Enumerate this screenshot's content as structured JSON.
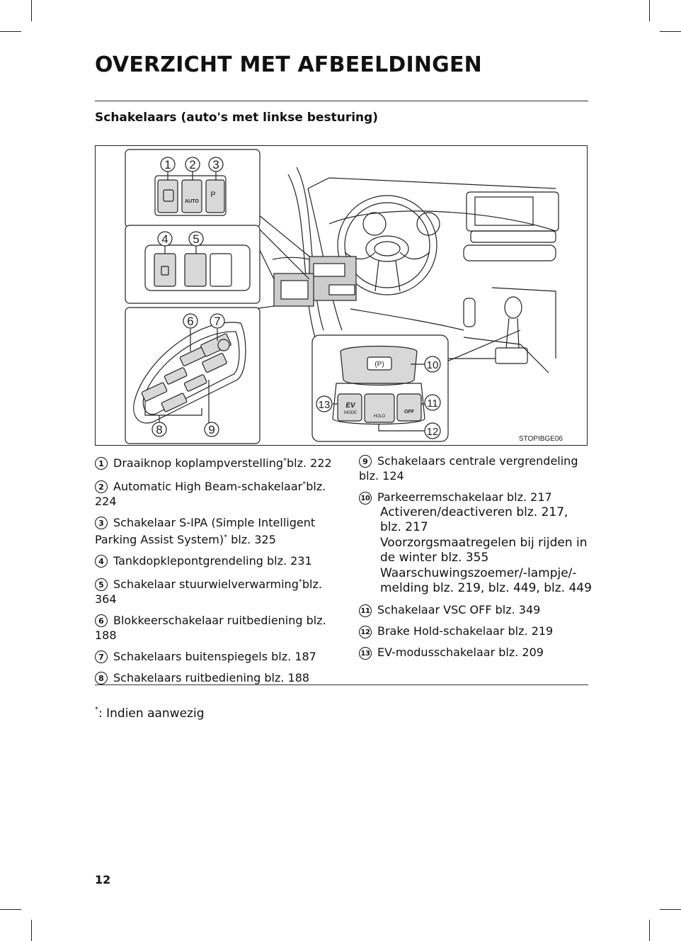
{
  "page": {
    "title": "OVERZICHT MET AFBEELDINGEN",
    "section_title": "Schakelaars (auto's met linkse besturing)",
    "page_number": "12"
  },
  "figure": {
    "code": "STOPIBGE06",
    "callouts": [
      "1",
      "2",
      "3",
      "4",
      "5",
      "6",
      "7",
      "8",
      "9",
      "10",
      "11",
      "12",
      "13"
    ],
    "button_labels": {
      "auto": "AUTO",
      "ev": "EV",
      "mode": "MODE",
      "hold": "HOLD",
      "off": "OFF",
      "p": "P",
      "park": "(P)"
    }
  },
  "items_left": [
    {
      "num": "1",
      "text": "Draaiknop koplampverstelling",
      "star": "*",
      "page": "blz. 222"
    },
    {
      "num": "2",
      "text": "Automatic High Beam-schakelaar",
      "star": "*",
      "page": "blz. 224"
    },
    {
      "num": "3",
      "text": "Schakelaar S-IPA (Simple Intelligent Parking Assist System)",
      "star": "*",
      "page": "blz. 325"
    },
    {
      "num": "4",
      "text": "Tankdopklepontgrendeling blz. 231"
    },
    {
      "num": "5",
      "text": "Schakelaar stuurwielverwarming",
      "star": "*",
      "page": "blz. 364"
    },
    {
      "num": "6",
      "text": "Blokkeerschakelaar ruitbediening blz. 188"
    },
    {
      "num": "7",
      "text": "Schakelaars buitenspiegels blz. 187"
    },
    {
      "num": "8",
      "text": "Schakelaars ruitbediening blz. 188"
    }
  ],
  "items_right": [
    {
      "num": "9",
      "text": "Schakelaars centrale vergrendeling blz. 124"
    },
    {
      "num": "10",
      "text": "Parkeerremschakelaar blz. 217",
      "subs": [
        "Activeren/deactiveren blz. 217, blz. 217",
        "Voorzorgsmaatregelen bij rijden in de winter blz. 355",
        "Waarschuwingszoemer/-lampje/-melding blz. 219, blz. 449, blz. 449"
      ]
    },
    {
      "num": "11",
      "text": "Schakelaar VSC OFF blz. 349"
    },
    {
      "num": "12",
      "text": "Brake Hold-schakelaar blz. 219"
    },
    {
      "num": "13",
      "text": "EV-modusschakelaar blz. 209"
    }
  ],
  "footnote": {
    "star": "*",
    "text": ": Indien aanwezig"
  }
}
